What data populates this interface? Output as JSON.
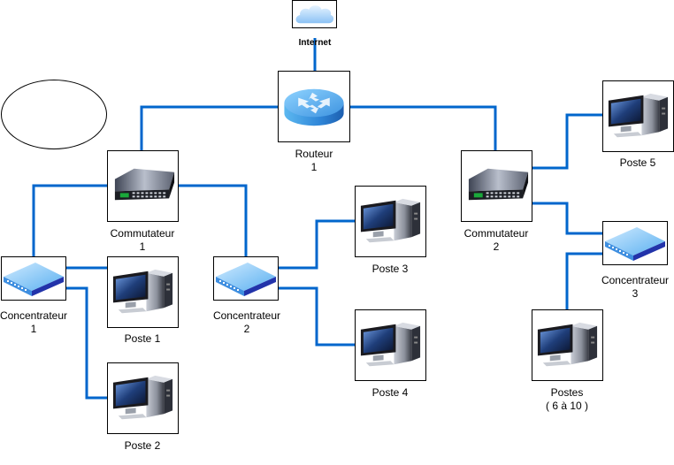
{
  "diagram": {
    "title": "Réseau local",
    "wire_color": "#0066cc",
    "nodes": {
      "internet": {
        "type": "cloud",
        "label": "Internet"
      },
      "router1": {
        "type": "router",
        "label_line1": "Routeur",
        "label_line2": "1"
      },
      "switch1": {
        "type": "switch",
        "label_line1": "Commutateur",
        "label_line2": "1"
      },
      "switch2": {
        "type": "switch",
        "label_line1": "Commutateur",
        "label_line2": "2"
      },
      "hub1": {
        "type": "hub",
        "label_line1": "Concentrateur",
        "label_line2": "1"
      },
      "hub2": {
        "type": "hub",
        "label_line1": "Concentrateur",
        "label_line2": "2"
      },
      "hub3": {
        "type": "hub",
        "label_line1": "Concentrateur",
        "label_line2": "3"
      },
      "pc1": {
        "type": "workstation",
        "label": "Poste 1"
      },
      "pc2": {
        "type": "workstation",
        "label": "Poste 2"
      },
      "pc3": {
        "type": "workstation",
        "label": "Poste 3"
      },
      "pc4": {
        "type": "workstation",
        "label": "Poste 4"
      },
      "pc5": {
        "type": "workstation",
        "label": "Poste 5"
      },
      "pc6_10": {
        "type": "workstation",
        "label_line1": "Postes",
        "label_line2": "( 6 à 10 )"
      },
      "blank_ellipse": {
        "type": "ellipse",
        "label": ""
      }
    },
    "links": [
      [
        "internet",
        "router1"
      ],
      [
        "router1",
        "switch1"
      ],
      [
        "router1",
        "switch2"
      ],
      [
        "switch1",
        "hub1"
      ],
      [
        "switch1",
        "hub2"
      ],
      [
        "hub1",
        "pc1"
      ],
      [
        "hub1",
        "pc2"
      ],
      [
        "hub2",
        "pc3"
      ],
      [
        "hub2",
        "pc4"
      ],
      [
        "switch2",
        "pc5"
      ],
      [
        "switch2",
        "hub3"
      ],
      [
        "hub3",
        "pc6_10"
      ]
    ]
  }
}
